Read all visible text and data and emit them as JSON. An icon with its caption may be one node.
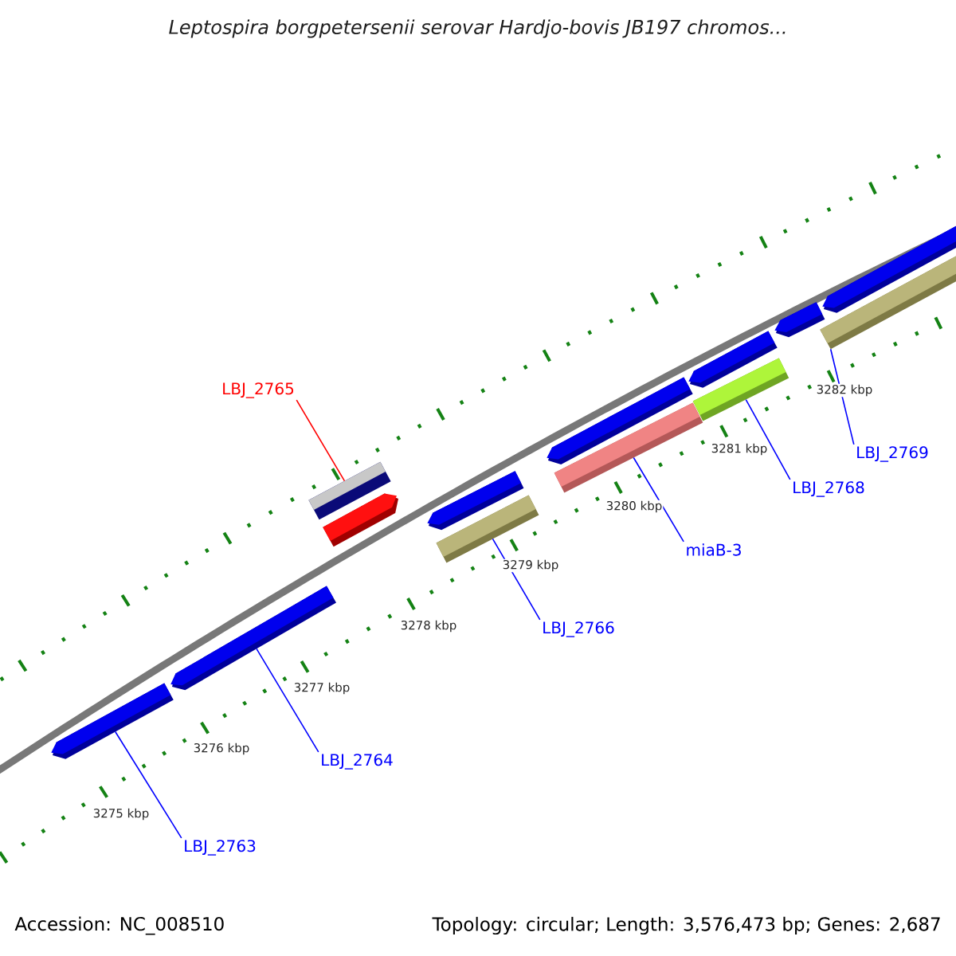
{
  "diagram": {
    "title": "*Leptospira borgpetersenii serovar Hardjo-bovis JB197 chromos...*",
    "nodes": [
      {
        "text": [
          "LBJ_2765"
        ]
      },
      {
        "text": [
          "LBJ_2769"
        ]
      },
      {
        "text": [
          "LBJ_2768"
        ]
      },
      {
        "text": [
          "miaB-3"
        ]
      },
      {
        "text": [
          "LBJ_2766"
        ]
      },
      {
        "text": [
          "LBJ_2764"
        ]
      },
      {
        "text": [
          "LBJ_2763"
        ]
      },
      {
        "text": [],
        "shape": "bar"
      },
      {
        "text": [],
        "shape": "bar"
      },
      {
        "text": [],
        "shape": "bar"
      },
      {
        "text": [],
        "shape": "bar"
      },
      {
        "text": [],
        "shape": "bar"
      },
      {
        "text": [],
        "shape": "bar"
      },
      {
        "text": [],
        "shape": "bar"
      },
      {
        "text": [],
        "shape": "bar"
      },
      {
        "text": [],
        "shape": "bar"
      },
      {
        "text": [],
        "shape": "bar"
      },
      {
        "text": [],
        "shape": "bar"
      },
      {
        "text": [],
        "shape": "bar"
      },
      {
        "text": [],
        "shape": "bar"
      }
    ],
    "edges": [
      {
        "from": 0,
        "to": 9,
        "arrow": "none",
        "color": "#ff0000"
      },
      {
        "from": 1,
        "to": 19,
        "arrow": "none"
      },
      {
        "from": 2,
        "to": 16,
        "arrow": "none"
      },
      {
        "from": 3,
        "to": 14,
        "arrow": "none"
      },
      {
        "from": 4,
        "to": 12,
        "arrow": "none"
      },
      {
        "from": 5,
        "to": 8,
        "arrow": "none"
      },
      {
        "from": 6,
        "to": 7,
        "arrow": "none"
      }
    ],
    "labels": [
      "3282 kbp",
      "3281 kbp",
      "3280 kbp",
      "3279 kbp",
      "3278 kbp",
      "3277 kbp",
      "3276 kbp",
      "3275 kbp",
      "Accession: NC_008510",
      "Topology: circular; Length: 3,576,473 bp; Genes: 2,687"
    ]
  }
}
